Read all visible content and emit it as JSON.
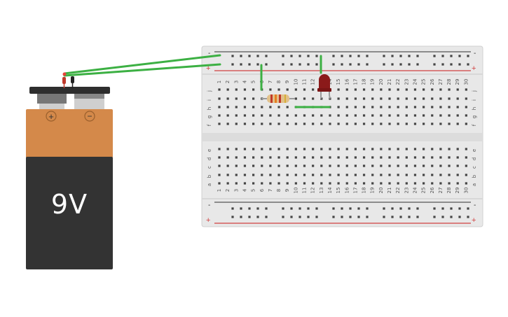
{
  "battery": {
    "voltage_label": "9V",
    "plus_symbol": "+",
    "minus_symbol": "−",
    "colors": {
      "top": "#d4894a",
      "body": "#333333",
      "cap": "#2e2e2e"
    }
  },
  "breadboard": {
    "rail_minus": "-",
    "rail_plus": "+",
    "columns": [
      "1",
      "2",
      "3",
      "4",
      "5",
      "6",
      "7",
      "8",
      "9",
      "10",
      "11",
      "12",
      "13",
      "14",
      "15",
      "16",
      "17",
      "18",
      "19",
      "20",
      "21",
      "22",
      "23",
      "24",
      "25",
      "26",
      "27",
      "28",
      "29",
      "30"
    ],
    "rows_top": [
      "j",
      "i",
      "h",
      "g",
      "f"
    ],
    "rows_bottom": [
      "e",
      "d",
      "c",
      "b",
      "a"
    ],
    "colors": {
      "board": "#e6e6e6",
      "hole": "#444444",
      "red_line": "#d04040",
      "dark_line": "#555555"
    }
  },
  "components": {
    "resistor": {
      "name": "resistor",
      "bands": [
        "#c0392b",
        "#e67e22",
        "#c0392b",
        "#d4af37"
      ]
    },
    "led": {
      "name": "red-led",
      "color": "#8b1a1a"
    },
    "wire_color": "#3cb043"
  }
}
